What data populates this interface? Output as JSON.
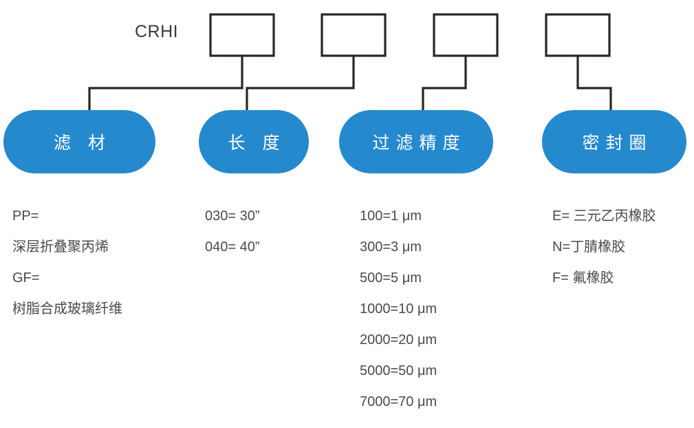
{
  "diagram": {
    "root_label": "CRHI",
    "colors": {
      "pill_blue": "#2589CE",
      "line_dark": "#2b2521",
      "text_gray": "#4a4a4a",
      "background": "#FFFFFF"
    },
    "code_boxes": [
      {
        "name": "code-box-1",
        "value": ""
      },
      {
        "name": "code-box-2",
        "value": ""
      },
      {
        "name": "code-box-3",
        "value": ""
      },
      {
        "name": "code-box-4",
        "value": ""
      }
    ],
    "categories": [
      {
        "id": "filter-material",
        "label": "滤 材",
        "options": [
          "PP=",
          "深层折叠聚丙烯",
          "GF=",
          "树脂合成玻璃纤维"
        ]
      },
      {
        "id": "length",
        "label": "长 度",
        "options": [
          "030= 30”",
          "040= 40”"
        ]
      },
      {
        "id": "filtration-accuracy",
        "label": "过滤精度",
        "options": [
          "100=1 μm",
          "300=3 μm",
          "500=5 μm",
          "1000=10 μm",
          "2000=20 μm",
          "5000=50 μm",
          "7000=70 μm"
        ]
      },
      {
        "id": "sealing-ring",
        "label": "密封圈",
        "options": [
          "E= 三元乙丙橡胶",
          "N=丁腈橡胶",
          "F= 氟橡胶"
        ]
      }
    ]
  }
}
